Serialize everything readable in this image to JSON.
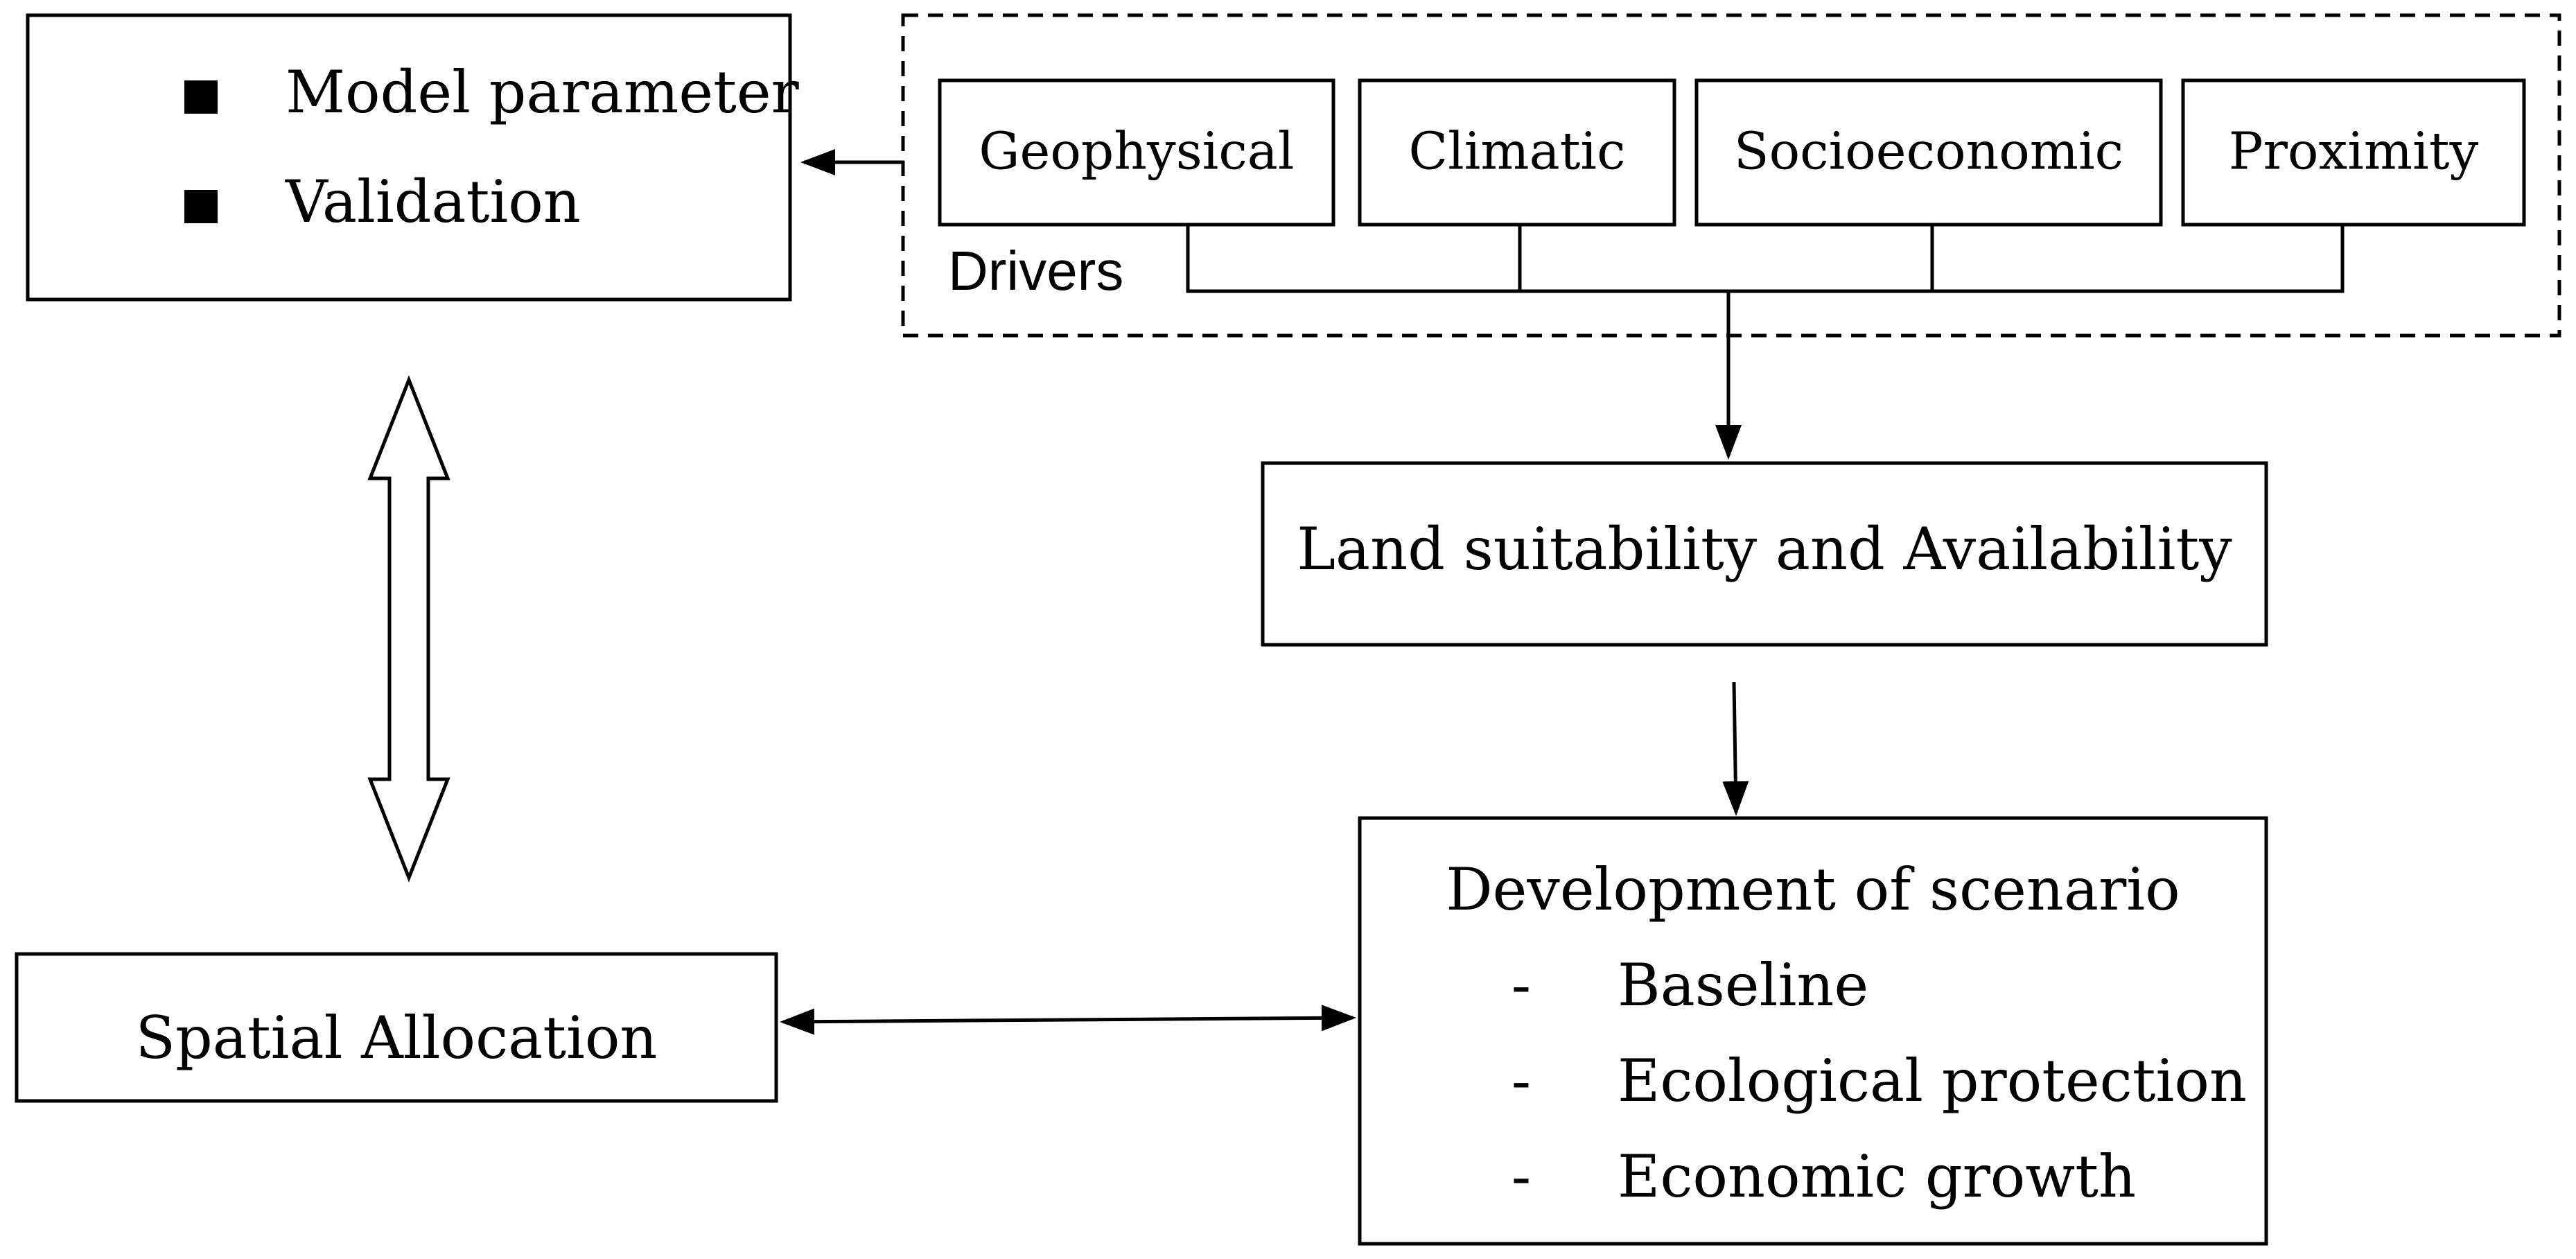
{
  "model_box": {
    "items": [
      "Model parameter",
      "Validation"
    ]
  },
  "drivers": {
    "label": "Drivers",
    "items": [
      "Geophysical",
      "Climatic",
      "Socioeconomic",
      "Proximity"
    ]
  },
  "land_box": {
    "label": "Land suitability and Availability"
  },
  "scenario_box": {
    "title": "Development of scenario",
    "bullet": "-",
    "items": [
      "Baseline",
      "Ecological protection",
      "Economic growth"
    ]
  },
  "spatial_box": {
    "label": "Spatial Allocation"
  }
}
